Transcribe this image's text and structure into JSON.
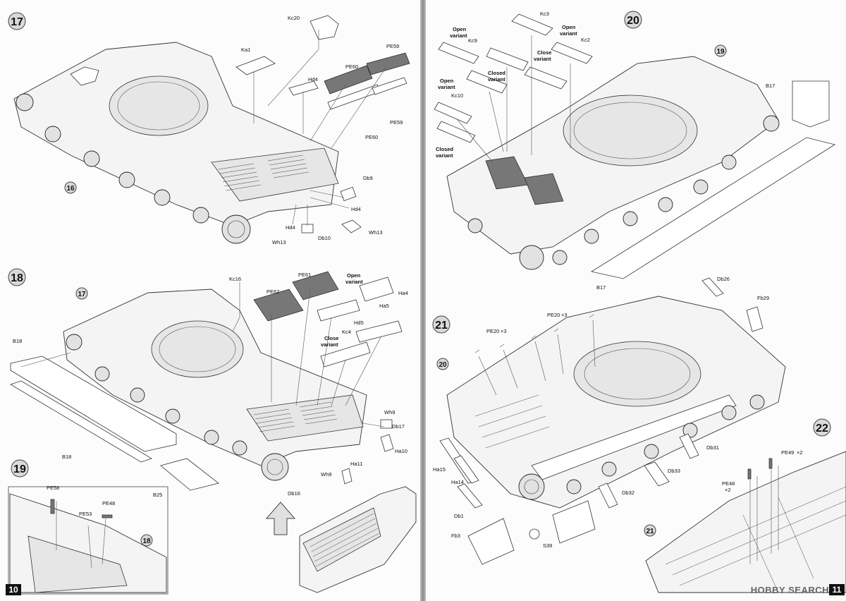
{
  "left_page": {
    "page_number": "10",
    "steps": [
      {
        "number": "17",
        "labels": {
          "kc20": "Kc20",
          "ka1": "Ka1",
          "hd4a": "Hd4",
          "pe60a": "PE60",
          "pe59a": "PE59",
          "pe59b": "PE59",
          "pe60b": "PE60",
          "db9": "Db9",
          "hd4b": "Hd4",
          "hd4c": "Hd4",
          "wh13a": "Wh13",
          "db10": "Db10",
          "wh13b": "Wh13",
          "ref16": "16"
        }
      },
      {
        "number": "18",
        "labels": {
          "ref17": "17",
          "kc16": "Kc16",
          "pe62": "PE62",
          "pe61": "PE61",
          "open1": "Open",
          "open2": "variant",
          "close1": "Close",
          "close2": "variant",
          "ha4": "Ha4",
          "ha5": "Ha5",
          "hd5": "Hd5",
          "kc4": "Kc4",
          "b18a": "B18",
          "b18b": "B18",
          "b25": "B25",
          "wh9a": "Wh9",
          "db17": "Db17",
          "ha10": "Ha10",
          "ha11": "Ha11",
          "wh9b": "Wh9",
          "db16": "Db16"
        }
      },
      {
        "number": "19",
        "labels": {
          "pe58": "PE58",
          "pe48": "PE48",
          "pe53": "PE53",
          "ref18": "18"
        }
      }
    ]
  },
  "right_page": {
    "page_number": "11",
    "watermark": "HOBBY SEARCH",
    "steps": [
      {
        "number": "20",
        "labels": {
          "open_a1": "Open",
          "open_a2": "variant",
          "kc9": "Kc9",
          "kc3": "Kc3",
          "open_b1": "Open",
          "open_b2": "variant",
          "kc2": "Kc2",
          "close1": "Close",
          "close2": "variant",
          "closed_a1": "Closed",
          "closed_a2": "variant",
          "open_c1": "Open",
          "open_c2": "variant",
          "kc10": "Kc10",
          "closed_b1": "Closed",
          "closed_b2": "variant",
          "ref19": "19",
          "b17a": "B17",
          "b17b": "B17"
        }
      },
      {
        "number": "21",
        "labels": {
          "db26": "Db26",
          "fb29": "Fb29",
          "pe20a": "PE20",
          "pe20a_x": "×3",
          "pe20b": "PE20",
          "pe20b_x": "×3",
          "ref20": "20",
          "db31": "Db31",
          "db33": "Db33",
          "db32": "Db32",
          "ha15": "Ha15",
          "ha14": "Ha14",
          "db1": "Db1",
          "fb3": "Fb3",
          "s39": "S39"
        }
      },
      {
        "number": "22",
        "labels": {
          "pe49": "PE49",
          "pe49_x": "×2",
          "pe48": "PE48",
          "pe48_x": "×2",
          "ref21": "21"
        }
      }
    ]
  }
}
